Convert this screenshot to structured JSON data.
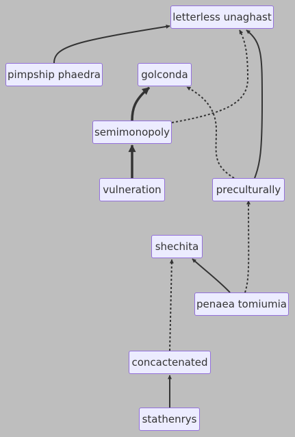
{
  "diagram": {
    "nodes": [
      {
        "id": "letterless",
        "label": "letterless unaghast"
      },
      {
        "id": "pimpship",
        "label": "pimpship phaedra"
      },
      {
        "id": "golconda",
        "label": "golconda"
      },
      {
        "id": "semimonopoly",
        "label": "semimonopoly"
      },
      {
        "id": "vulneration",
        "label": "vulneration"
      },
      {
        "id": "preculturally",
        "label": "preculturally"
      },
      {
        "id": "shechita",
        "label": "shechita"
      },
      {
        "id": "penaea",
        "label": "penaea tomiumia"
      },
      {
        "id": "concactenated",
        "label": "concactenated"
      },
      {
        "id": "stathenrys",
        "label": "stathenrys"
      }
    ],
    "edges": [
      {
        "from": "pimpship",
        "to": "letterless",
        "style": "solid"
      },
      {
        "from": "semimonopoly",
        "to": "letterless",
        "style": "dotted"
      },
      {
        "from": "preculturally",
        "to": "letterless",
        "style": "solid"
      },
      {
        "from": "semimonopoly",
        "to": "golconda",
        "style": "thick"
      },
      {
        "from": "preculturally",
        "to": "golconda",
        "style": "dotted"
      },
      {
        "from": "vulneration",
        "to": "semimonopoly",
        "style": "thick"
      },
      {
        "from": "penaea",
        "to": "preculturally",
        "style": "dotted"
      },
      {
        "from": "penaea",
        "to": "shechita",
        "style": "solid"
      },
      {
        "from": "concactenated",
        "to": "shechita",
        "style": "dotted"
      },
      {
        "from": "stathenrys",
        "to": "concactenated",
        "style": "solid"
      }
    ],
    "colors": {
      "background": "#bebebe",
      "node_fill": "#ececff",
      "node_border": "#9370db",
      "edge": "#333333",
      "text": "#333333"
    }
  }
}
